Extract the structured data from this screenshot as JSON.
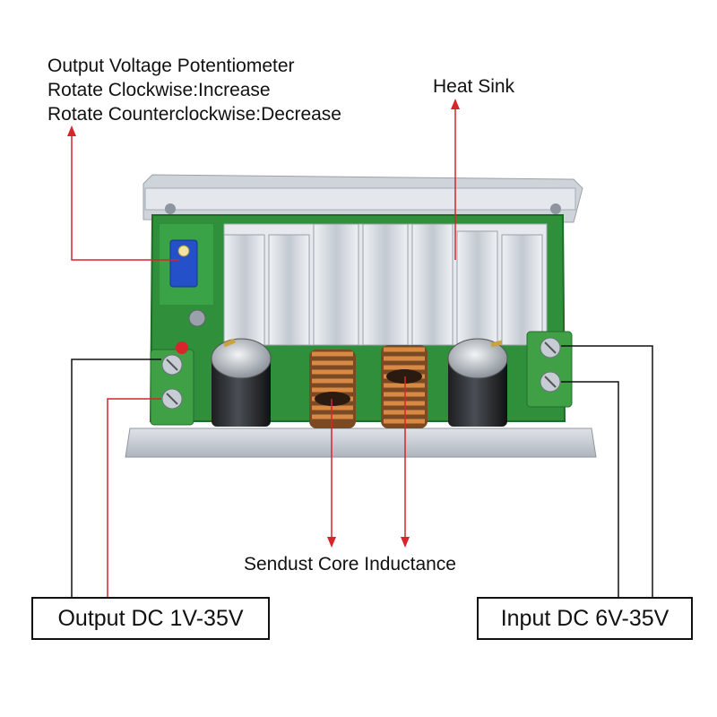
{
  "labels": {
    "potentiometer": {
      "line1": "Output Voltage Potentiometer",
      "line2": "Rotate Clockwise:Increase",
      "line3": "Rotate Counterclockwise:Decrease"
    },
    "heat_sink": "Heat Sink",
    "inductance": "Sendust Core Inductance",
    "output": "Output DC 1V-35V",
    "input": "Input DC 6V-35V"
  },
  "colors": {
    "pcb": "#2f8f3a",
    "heatsink": "#d9dde3",
    "base_plate": "#c9ced6",
    "terminal": "#3fa046",
    "coil": "#b5652b",
    "capacitor": "#2a2d30",
    "pointer_red": "#d6252b",
    "pointer_black": "#111111"
  }
}
